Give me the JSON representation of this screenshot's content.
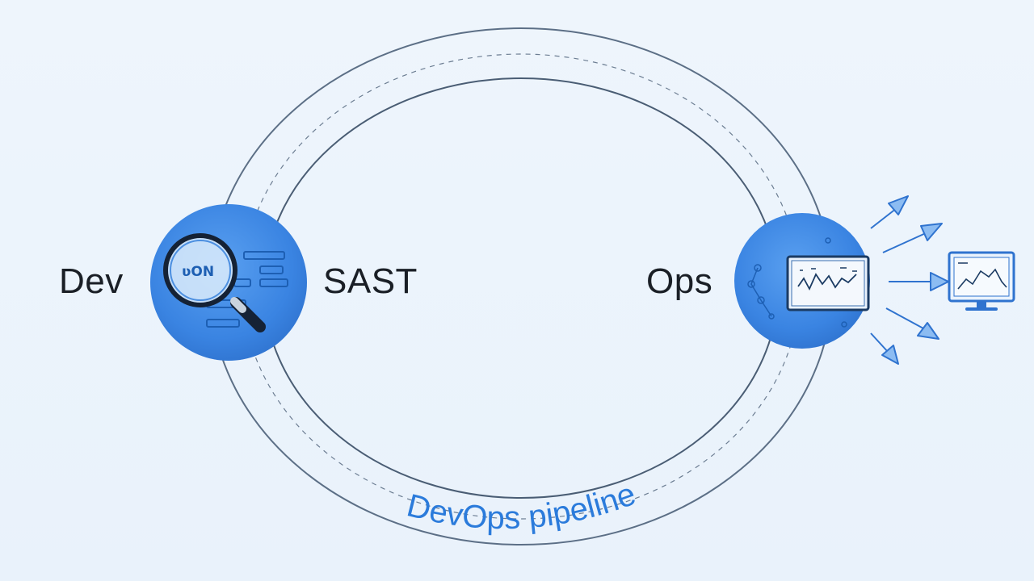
{
  "diagram": {
    "left_label": "Dev",
    "middle_label": "SAST",
    "right_label": "Ops",
    "pipeline_label": "DevOps pipeline",
    "magnifier_lens_text": "ʋON"
  },
  "icons": {
    "dev_node": "magnifier-code-icon",
    "ops_node": "dashboard-network-icon",
    "monitor": "monitor-chart-icon",
    "arrows": "outgoing-arrow-icon"
  },
  "colors": {
    "background": "#eef5fc",
    "ring": "#5c6f86",
    "node_fill": "#3d86e3",
    "accent": "#2b7bdb",
    "text": "#1a1f26"
  }
}
